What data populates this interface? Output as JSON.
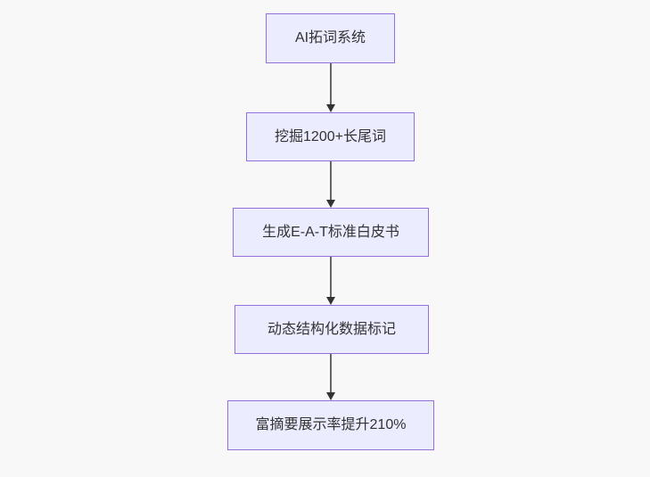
{
  "diagram": {
    "type": "flowchart",
    "direction": "top-down",
    "nodes": [
      {
        "label": "AI拓词系统"
      },
      {
        "label": "挖掘1200+长尾词"
      },
      {
        "label": "生成E-A-T标准白皮书"
      },
      {
        "label": "动态结构化数据标记"
      },
      {
        "label": "富摘要展示率提升210%"
      }
    ],
    "edges": [
      {
        "from": "AI拓词系统",
        "to": "挖掘1200+长尾词"
      },
      {
        "from": "挖掘1200+长尾词",
        "to": "生成E-A-T标准白皮书"
      },
      {
        "from": "生成E-A-T标准白皮书",
        "to": "动态结构化数据标记"
      },
      {
        "from": "动态结构化数据标记",
        "to": "富摘要展示率提升210%"
      }
    ],
    "colors": {
      "node_fill": "#ececff",
      "node_border": "#9370db",
      "edge_line": "#666666",
      "edge_arrowhead": "#333333",
      "label_text": "#333333",
      "background": "#f8f8f8"
    }
  }
}
